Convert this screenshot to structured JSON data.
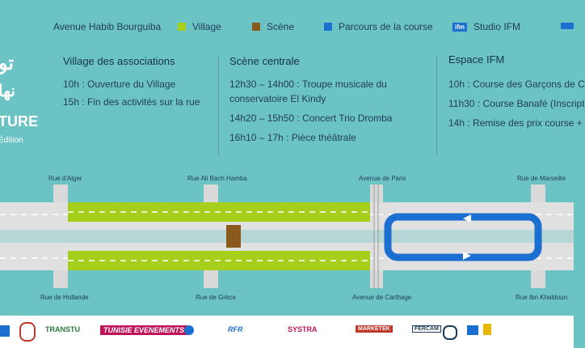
{
  "colors": {
    "background": "#6cc3c4",
    "village": "#a6cf1b",
    "scene": "#8a5a1d",
    "parcours": "#1a6fd1",
    "road": "#d9d9d9",
    "text": "#1f3b5a"
  },
  "legend": {
    "avenue": "Avenue Habib Bourguiba",
    "village": "Village",
    "scene": "Scène",
    "parcours": "Parcours de la course",
    "studio_logo": "ifm",
    "studio": "Studio IFM"
  },
  "left_brand": {
    "ar1": "تو",
    "ar2": "نها",
    "latin": "TURE",
    "edition": "Édition"
  },
  "sections": {
    "village": {
      "title": "Village des associations",
      "lines": [
        "10h : Ouverture du Village",
        "15h : Fin des activités sur la rue"
      ]
    },
    "scene": {
      "title": "Scène centrale",
      "lines": [
        "12h30 – 14h00 : Troupe musicale du",
        "conservatoire El Kindy",
        "14h20 – 15h50 : Concert Trio Dromba",
        "16h10 – 17h : Pièce théâtrale"
      ]
    },
    "ifm": {
      "title": "Espace IFM",
      "lines": [
        "10h : Course des Garçons de C",
        "11h30 : Course Banafé (Inscript",
        "14h : Remise des prix course +"
      ]
    }
  },
  "streets_top": [
    "Rue d'Alger",
    "Rue Ali Bach Hamba",
    "Avenue de Paris",
    "Rue de Marseille"
  ],
  "streets_bottom": [
    "Rue de Hollande",
    "Rue de Grèce",
    "Avenue de Carthage",
    "Rue Ibn Khaldoun"
  ],
  "sponsors": [
    "TRANSTU",
    "TUNISIE EVENEMENTS",
    "RFR",
    "SYSTRA",
    "MARKETEK",
    "FERCAM"
  ]
}
